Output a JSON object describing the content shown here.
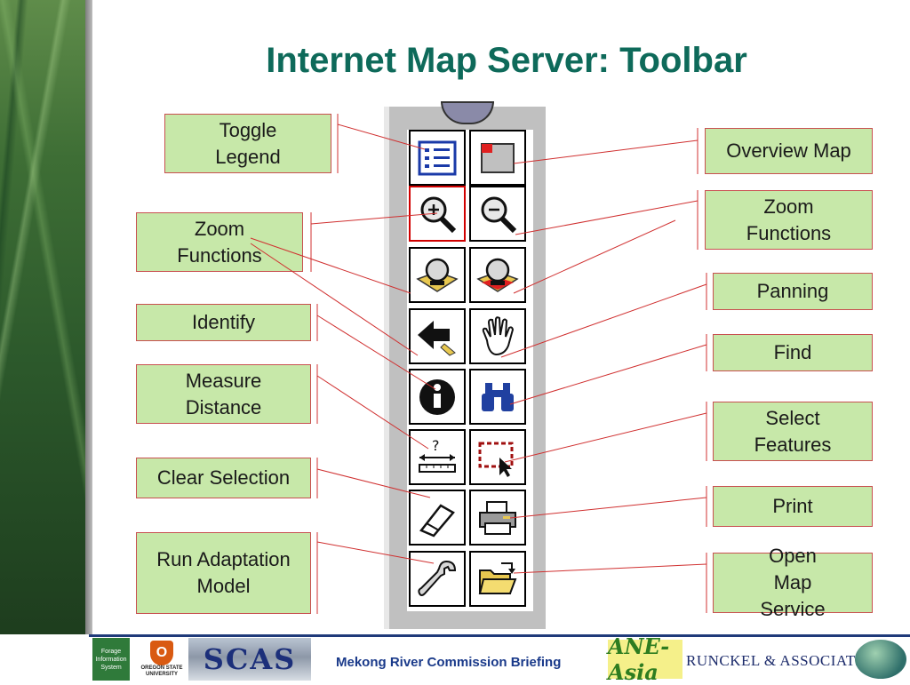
{
  "title": "Internet Map Server: Toolbar",
  "labels": {
    "toggle_legend": "Toggle Legend",
    "zoom_functions_left": "Zoom Functions",
    "identify": "Identify",
    "measure_distance": "Measure Distance",
    "clear_selection": "Clear Selection",
    "run_adaptation_model": "Run Adaptation Model",
    "overview_map": "Overview Map",
    "zoom_functions_right": "Zoom Functions",
    "panning": "Panning",
    "find": "Find",
    "select_features": "Select Features",
    "print": "Print",
    "open_map_service": "Open Map Service"
  },
  "toolbar_tools": [
    {
      "icon": "legend-icon"
    },
    {
      "icon": "overview-map-icon"
    },
    {
      "icon": "zoom-in-icon"
    },
    {
      "icon": "zoom-out-icon"
    },
    {
      "icon": "zoom-full-extent-icon"
    },
    {
      "icon": "zoom-active-layer-icon"
    },
    {
      "icon": "back-arrow-icon"
    },
    {
      "icon": "pan-hand-icon"
    },
    {
      "icon": "identify-info-icon"
    },
    {
      "icon": "find-binoculars-icon"
    },
    {
      "icon": "measure-ruler-icon"
    },
    {
      "icon": "select-rectangle-icon"
    },
    {
      "icon": "eraser-icon"
    },
    {
      "icon": "printer-icon"
    },
    {
      "icon": "wrench-icon"
    },
    {
      "icon": "open-folder-icon"
    }
  ],
  "footer": {
    "text": "Mekong River Commission Briefing",
    "logo_fis": "Forage Information System",
    "logo_osu": "OREGON STATE UNIVERSITY",
    "logo_scas": "SCAS",
    "logo_ane": "ANE-Asia",
    "logo_runckel": "RUNCKEL & ASSOCIATES"
  },
  "colors": {
    "title": "#0e6a5a",
    "label_bg": "#c7e8a9",
    "leader_line": "#d03030"
  }
}
